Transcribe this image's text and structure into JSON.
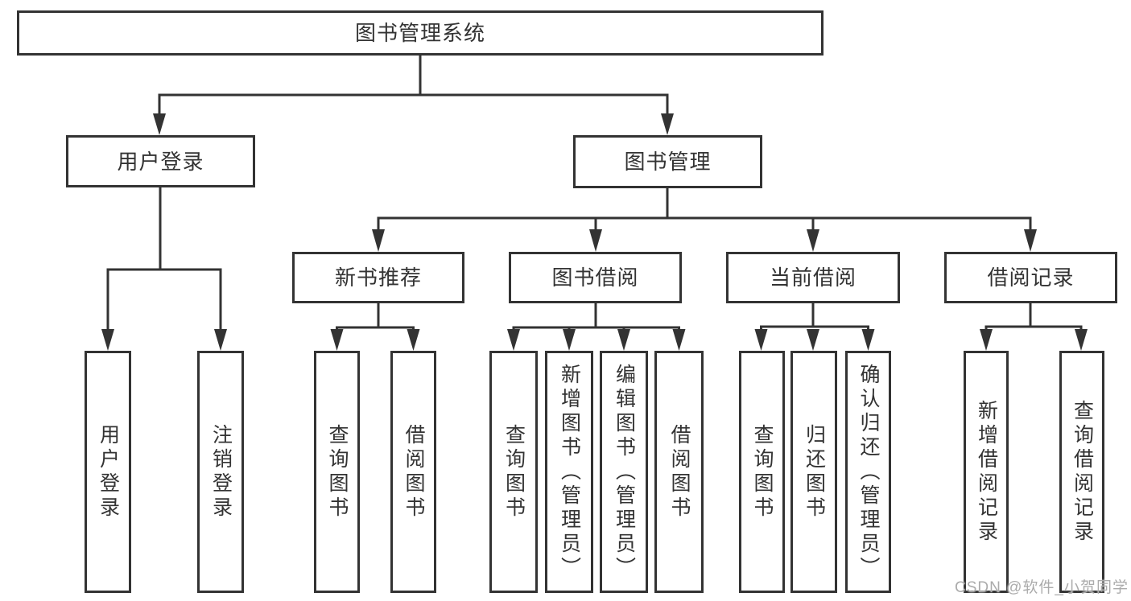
{
  "colors": {
    "line": "#333333",
    "box_border": "#333333",
    "text": "#333333",
    "background": "#ffffff",
    "watermark": "#ababab"
  },
  "diagram": {
    "title": "图书管理系统",
    "level2": {
      "user_login": "用户登录",
      "book_management": "图书管理"
    },
    "level3": {
      "new_book_recommend": "新书推荐",
      "book_borrow": "图书借阅",
      "current_borrow": "当前借阅",
      "borrow_records": "借阅记录"
    },
    "leaves": {
      "user_login": "用户登录",
      "logout": "注销登录",
      "nb_query_books": "查询图书",
      "nb_borrow_books": "借阅图书",
      "bb_query_books": "查询图书",
      "bb_add_books": "新增图书（管理员）",
      "bb_edit_books": "编辑图书（管理员）",
      "bb_borrow_books": "借阅图书",
      "cb_query_books": "查询图书",
      "cb_return_books": "归还图书",
      "cb_confirm_return": "确认归还（管理员）",
      "rec_add_record": "新增借阅记录",
      "rec_query_record": "查询借阅记录"
    }
  },
  "watermark": "CSDN @软件_小贺同学"
}
